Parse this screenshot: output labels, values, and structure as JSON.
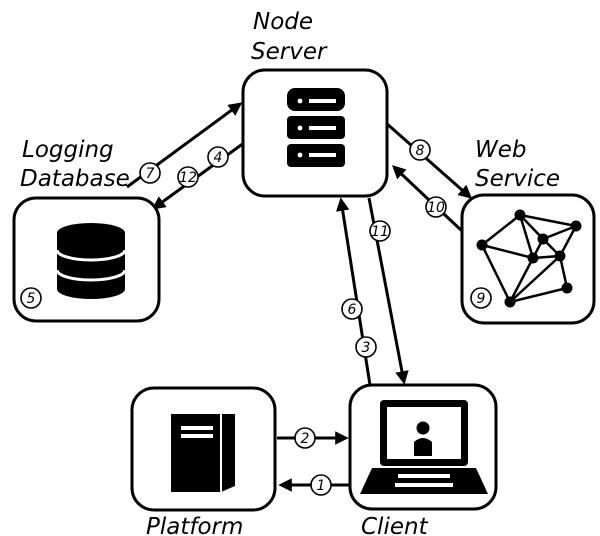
{
  "nodes": {
    "node_server": {
      "line1": "Node",
      "line2": "Server",
      "icon": "server-rack-icon"
    },
    "logging_database": {
      "line1": "Logging",
      "line2": "Database",
      "badge": "5",
      "icon": "database-cylinder-icon"
    },
    "web_service": {
      "line1": "Web",
      "line2": "Service",
      "badge": "9",
      "icon": "network-graph-icon"
    },
    "platform": {
      "label": "Platform",
      "icon": "tower-pc-icon"
    },
    "client": {
      "label": "Client",
      "icon": "laptop-user-icon"
    }
  },
  "steps": {
    "s1": "1",
    "s2": "2",
    "s3": "3",
    "s4": "4",
    "s6": "6",
    "s7": "7",
    "s8": "8",
    "s10": "10",
    "s11": "11",
    "s12": "12"
  },
  "colors": {
    "stroke": "#000000",
    "fill": "#ffffff"
  }
}
